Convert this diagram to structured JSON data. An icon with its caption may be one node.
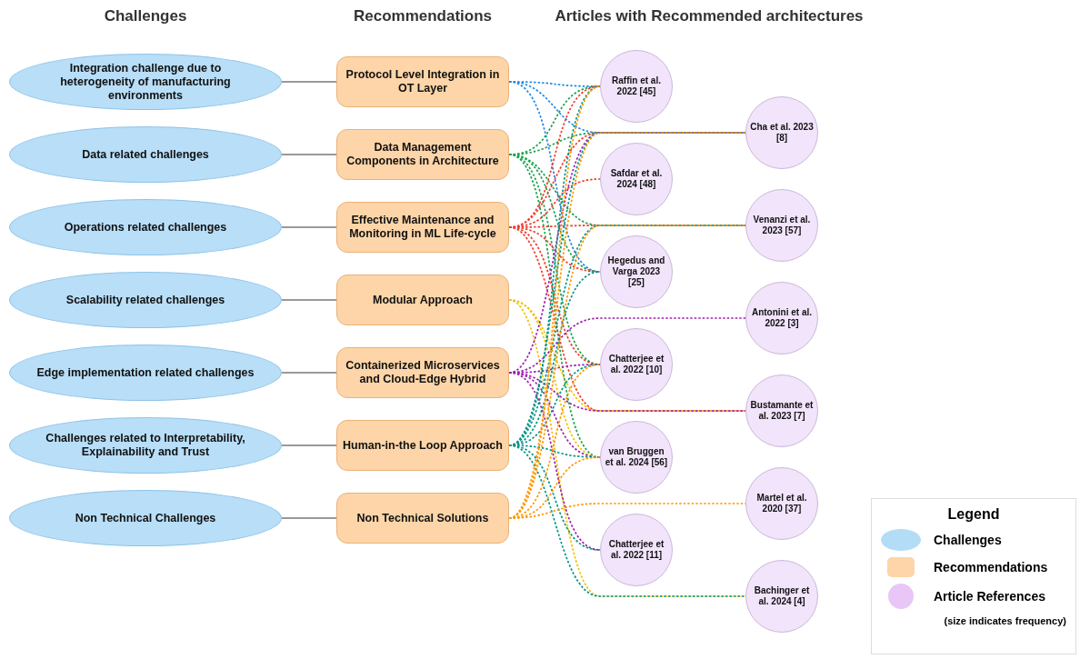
{
  "diagram": {
    "nodes": [
      {
        "text": [
          "Integration challenge due to heterogeneity of manufacturing environments"
        ]
      },
      {
        "text": [
          "Data related challenges"
        ]
      },
      {
        "text": [
          "Operations related challenges"
        ]
      },
      {
        "text": [
          "Scalability related challenges"
        ]
      },
      {
        "text": [
          "Edge implementation related challenges"
        ]
      },
      {
        "text": [
          "Challenges related to Interpretability, Explainability and Trust"
        ]
      },
      {
        "text": [
          "Non Technical Challenges"
        ]
      },
      {
        "text": [
          "Protocol Level Integration in OT Layer"
        ]
      },
      {
        "text": [
          "Data Management Components in Architecture"
        ]
      },
      {
        "text": [
          "Effective Maintenance and Monitoring in ML Life-cycle"
        ]
      },
      {
        "text": [
          "Modular Approach"
        ]
      },
      {
        "text": [
          "Containerized Microservices and Cloud-Edge Hybrid"
        ]
      },
      {
        "text": [
          "Human-in-the Loop Approach"
        ]
      },
      {
        "text": [
          "Non Technical Solutions"
        ]
      },
      {
        "text": [
          "Raffin et al. 2022 [45]"
        ]
      },
      {
        "text": [
          "Cha et al. 2023 [8]"
        ]
      },
      {
        "text": [
          "Safdar et al. 2024 [48]"
        ]
      },
      {
        "text": [
          "Venanzi et al. 2023 [57]"
        ]
      },
      {
        "text": [
          "Hegedus and Varga 2023 [25]"
        ]
      },
      {
        "text": [
          "Antonini et al. 2022 [3]"
        ]
      },
      {
        "text": [
          "Chatterjee et al. 2022 [10]"
        ]
      },
      {
        "text": [
          "Bustamante et al. 2023 [7]"
        ]
      },
      {
        "text": [
          "van Bruggen et al. 2024 [56]"
        ]
      },
      {
        "text": [
          "Martel et al. 2020 [37]"
        ]
      },
      {
        "text": [
          "Chatterjee et al. 2022 [11]"
        ]
      },
      {
        "text": [
          "Bachinger et al. 2024 [4]"
        ]
      }
    ],
    "edges": [
      {
        "from": 0,
        "to": 7,
        "arrow": "none",
        "color": "#777777"
      },
      {
        "from": 1,
        "to": 8,
        "arrow": "none",
        "color": "#777777"
      },
      {
        "from": 2,
        "to": 9,
        "arrow": "none",
        "color": "#777777"
      },
      {
        "from": 3,
        "to": 10,
        "arrow": "none",
        "color": "#777777"
      },
      {
        "from": 4,
        "to": 11,
        "arrow": "none",
        "color": "#777777"
      },
      {
        "from": 5,
        "to": 12,
        "arrow": "none",
        "color": "#777777"
      },
      {
        "from": 6,
        "to": 13,
        "arrow": "none",
        "color": "#777777"
      },
      {
        "from": 7,
        "to": 14,
        "arrow": "none",
        "style": "dashed",
        "color": "#1e88e5"
      },
      {
        "from": 7,
        "to": 15,
        "arrow": "none",
        "style": "dashed",
        "color": "#1e88e5"
      },
      {
        "from": 7,
        "to": 18,
        "arrow": "none",
        "style": "dashed",
        "color": "#1e88e5"
      },
      {
        "from": 8,
        "to": 14,
        "arrow": "none",
        "style": "dashed",
        "color": "#1aa34a"
      },
      {
        "from": 8,
        "to": 15,
        "arrow": "none",
        "style": "dashed",
        "color": "#1aa34a"
      },
      {
        "from": 8,
        "to": 17,
        "arrow": "none",
        "style": "dashed",
        "color": "#1aa34a"
      },
      {
        "from": 8,
        "to": 18,
        "arrow": "none",
        "style": "dashed",
        "color": "#1aa34a"
      },
      {
        "from": 8,
        "to": 20,
        "arrow": "none",
        "style": "dashed",
        "color": "#1aa34a"
      },
      {
        "from": 8,
        "to": 22,
        "arrow": "none",
        "style": "dashed",
        "color": "#1aa34a"
      },
      {
        "from": 9,
        "to": 14,
        "arrow": "none",
        "style": "dashed",
        "color": "#f03c2d"
      },
      {
        "from": 9,
        "to": 15,
        "arrow": "none",
        "style": "dashed",
        "color": "#f03c2d"
      },
      {
        "from": 9,
        "to": 16,
        "arrow": "none",
        "style": "dashed",
        "color": "#f03c2d"
      },
      {
        "from": 9,
        "to": 17,
        "arrow": "none",
        "style": "dashed",
        "color": "#f03c2d"
      },
      {
        "from": 9,
        "to": 18,
        "arrow": "none",
        "style": "dashed",
        "color": "#f03c2d"
      },
      {
        "from": 9,
        "to": 20,
        "arrow": "none",
        "style": "dashed",
        "color": "#f03c2d"
      },
      {
        "from": 9,
        "to": 21,
        "arrow": "none",
        "style": "dashed",
        "color": "#f03c2d"
      },
      {
        "from": 10,
        "to": 21,
        "arrow": "none",
        "style": "dashed",
        "color": "#f2c200"
      },
      {
        "from": 10,
        "to": 22,
        "arrow": "none",
        "style": "dashed",
        "color": "#f2c200"
      },
      {
        "from": 10,
        "to": 25,
        "arrow": "none",
        "style": "dashed",
        "color": "#f2c200"
      },
      {
        "from": 11,
        "to": 15,
        "arrow": "none",
        "style": "dashed",
        "color": "#a020b0"
      },
      {
        "from": 11,
        "to": 19,
        "arrow": "none",
        "style": "dashed",
        "color": "#a020b0"
      },
      {
        "from": 11,
        "to": 20,
        "arrow": "none",
        "style": "dashed",
        "color": "#a020b0"
      },
      {
        "from": 11,
        "to": 21,
        "arrow": "none",
        "style": "dashed",
        "color": "#a020b0"
      },
      {
        "from": 11,
        "to": 22,
        "arrow": "none",
        "style": "dashed",
        "color": "#a020b0"
      },
      {
        "from": 11,
        "to": 24,
        "arrow": "none",
        "style": "dashed",
        "color": "#a020b0"
      },
      {
        "from": 12,
        "to": 14,
        "arrow": "none",
        "style": "dashed",
        "color": "#009688"
      },
      {
        "from": 12,
        "to": 15,
        "arrow": "none",
        "style": "dashed",
        "color": "#009688"
      },
      {
        "from": 12,
        "to": 17,
        "arrow": "none",
        "style": "dashed",
        "color": "#009688"
      },
      {
        "from": 12,
        "to": 18,
        "arrow": "none",
        "style": "dashed",
        "color": "#009688"
      },
      {
        "from": 12,
        "to": 20,
        "arrow": "none",
        "style": "dashed",
        "color": "#009688"
      },
      {
        "from": 12,
        "to": 22,
        "arrow": "none",
        "style": "dashed",
        "color": "#009688"
      },
      {
        "from": 12,
        "to": 24,
        "arrow": "none",
        "style": "dashed",
        "color": "#009688"
      },
      {
        "from": 12,
        "to": 25,
        "arrow": "none",
        "style": "dashed",
        "color": "#009688"
      },
      {
        "from": 13,
        "to": 14,
        "arrow": "none",
        "style": "dashed",
        "color": "#ff9800"
      },
      {
        "from": 13,
        "to": 15,
        "arrow": "none",
        "style": "dashed",
        "color": "#ff9800"
      },
      {
        "from": 13,
        "to": 17,
        "arrow": "none",
        "style": "dashed",
        "color": "#ff9800"
      },
      {
        "from": 13,
        "to": 20,
        "arrow": "none",
        "style": "dashed",
        "color": "#ff9800"
      },
      {
        "from": 13,
        "to": 22,
        "arrow": "none",
        "style": "dashed",
        "color": "#ff9800"
      },
      {
        "from": 13,
        "to": 23,
        "arrow": "none",
        "style": "dashed",
        "color": "#ff9800"
      }
    ],
    "labels": [
      "Challenges",
      "Recommendations",
      "Articles with Recommended architectures",
      "Legend",
      "(size indicates frequency)"
    ],
    "legend": [
      {
        "text": "Challenges",
        "color": "#b3dcf7"
      },
      {
        "text": "Recommendations",
        "color": "#fdd5a8"
      },
      {
        "text": "Article References",
        "color": "#e8c6f7"
      }
    ]
  }
}
